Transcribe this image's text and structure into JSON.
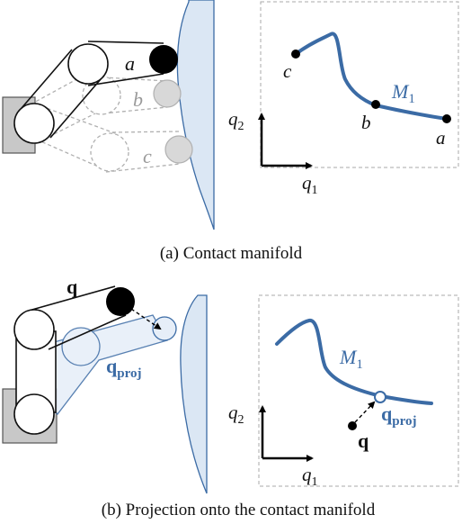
{
  "colors": {
    "curve": "#3b6ba5",
    "wall": "#dbe7f4",
    "ghost_fill": "#e6eef8",
    "base": "#c8c8c8",
    "box_border": "#a8a8a8"
  },
  "panel_a": {
    "labels": {
      "a": "a",
      "b": "b",
      "c": "c"
    },
    "plot": {
      "manifold_main": "M",
      "manifold_sub": "1",
      "points": {
        "a": "a",
        "b": "b",
        "c": "c"
      },
      "axis_y_main": "q",
      "axis_y_sub": "2",
      "axis_x_main": "q",
      "axis_x_sub": "1"
    },
    "caption": "(a) Contact manifold"
  },
  "panel_b": {
    "q_label": "q",
    "qproj_main": "q",
    "qproj_sub": "proj",
    "plot": {
      "manifold_main": "M",
      "manifold_sub": "1",
      "q_point": "q",
      "qproj_main": "q",
      "qproj_sub": "proj",
      "axis_y_main": "q",
      "axis_y_sub": "2",
      "axis_x_main": "q",
      "axis_x_sub": "1"
    },
    "caption": "(b) Projection onto the contact manifold"
  }
}
